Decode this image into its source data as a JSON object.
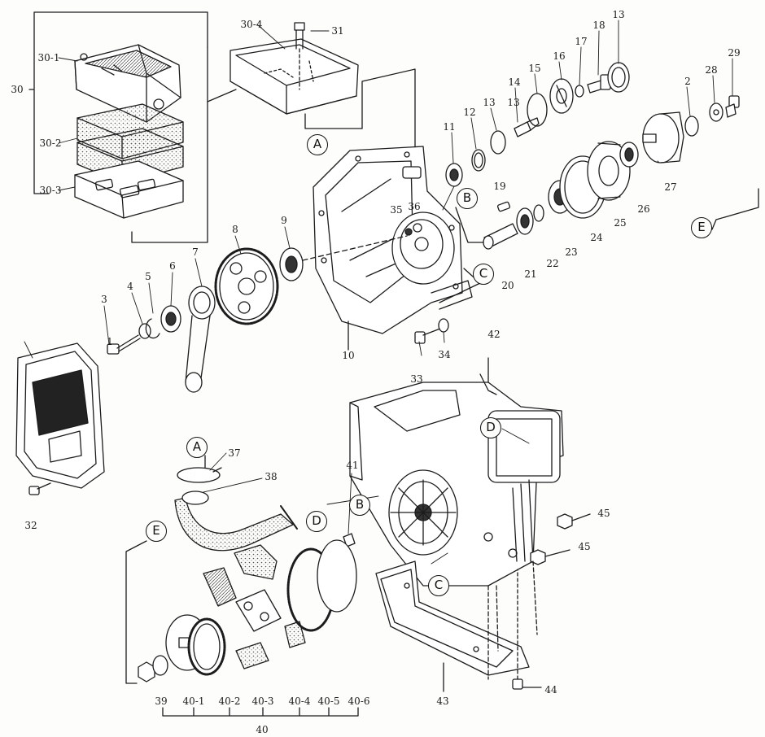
{
  "parts": [
    {
      "id": "p1",
      "text": "1"
    },
    {
      "id": "p2",
      "text": "2"
    },
    {
      "id": "p3",
      "text": "3"
    },
    {
      "id": "p4",
      "text": "4"
    },
    {
      "id": "p5",
      "text": "5"
    },
    {
      "id": "p6",
      "text": "6"
    },
    {
      "id": "p7",
      "text": "7"
    },
    {
      "id": "p8",
      "text": "8"
    },
    {
      "id": "p9",
      "text": "9"
    },
    {
      "id": "p10",
      "text": "10"
    },
    {
      "id": "p11",
      "text": "11"
    },
    {
      "id": "p12",
      "text": "12"
    },
    {
      "id": "p13a",
      "text": "13"
    },
    {
      "id": "p13b",
      "text": "13"
    },
    {
      "id": "p13c",
      "text": "13"
    },
    {
      "id": "p14",
      "text": "14"
    },
    {
      "id": "p15",
      "text": "15"
    },
    {
      "id": "p16",
      "text": "16"
    },
    {
      "id": "p17",
      "text": "17"
    },
    {
      "id": "p18",
      "text": "18"
    },
    {
      "id": "p19",
      "text": "19"
    },
    {
      "id": "p20",
      "text": "20"
    },
    {
      "id": "p21",
      "text": "21"
    },
    {
      "id": "p22",
      "text": "22"
    },
    {
      "id": "p23",
      "text": "23"
    },
    {
      "id": "p24",
      "text": "24"
    },
    {
      "id": "p25",
      "text": "25"
    },
    {
      "id": "p26",
      "text": "26"
    },
    {
      "id": "p27",
      "text": "27"
    },
    {
      "id": "p28",
      "text": "28"
    },
    {
      "id": "p29",
      "text": "29"
    },
    {
      "id": "p30",
      "text": "30"
    },
    {
      "id": "p30_1",
      "text": "30-1"
    },
    {
      "id": "p30_2",
      "text": "30-2"
    },
    {
      "id": "p30_3",
      "text": "30-3"
    },
    {
      "id": "p30_4",
      "text": "30-4"
    },
    {
      "id": "p31",
      "text": "31"
    },
    {
      "id": "p32",
      "text": "32"
    },
    {
      "id": "p33",
      "text": "33"
    },
    {
      "id": "p34",
      "text": "34"
    },
    {
      "id": "p35",
      "text": "35"
    },
    {
      "id": "p36",
      "text": "36"
    },
    {
      "id": "p37",
      "text": "37"
    },
    {
      "id": "p38",
      "text": "38"
    },
    {
      "id": "p39",
      "text": "39"
    },
    {
      "id": "p40",
      "text": "40"
    },
    {
      "id": "p40_1",
      "text": "40-1"
    },
    {
      "id": "p40_2",
      "text": "40-2"
    },
    {
      "id": "p40_3",
      "text": "40-3"
    },
    {
      "id": "p40_4",
      "text": "40-4"
    },
    {
      "id": "p40_5",
      "text": "40-5"
    },
    {
      "id": "p40_6",
      "text": "40-6"
    },
    {
      "id": "p41",
      "text": "41"
    },
    {
      "id": "p42",
      "text": "42"
    },
    {
      "id": "p43",
      "text": "43"
    },
    {
      "id": "p44",
      "text": "44"
    },
    {
      "id": "p45a",
      "text": "45"
    },
    {
      "id": "p45b",
      "text": "45"
    }
  ],
  "connectors": [
    {
      "id": "cA1",
      "text": "A"
    },
    {
      "id": "cA2",
      "text": "A"
    },
    {
      "id": "cB1",
      "text": "B"
    },
    {
      "id": "cB2",
      "text": "B"
    },
    {
      "id": "cC1",
      "text": "C"
    },
    {
      "id": "cC2",
      "text": "C"
    },
    {
      "id": "cD1",
      "text": "D"
    },
    {
      "id": "cD2",
      "text": "D"
    },
    {
      "id": "cE1",
      "text": "E"
    },
    {
      "id": "cE2",
      "text": "E"
    }
  ]
}
